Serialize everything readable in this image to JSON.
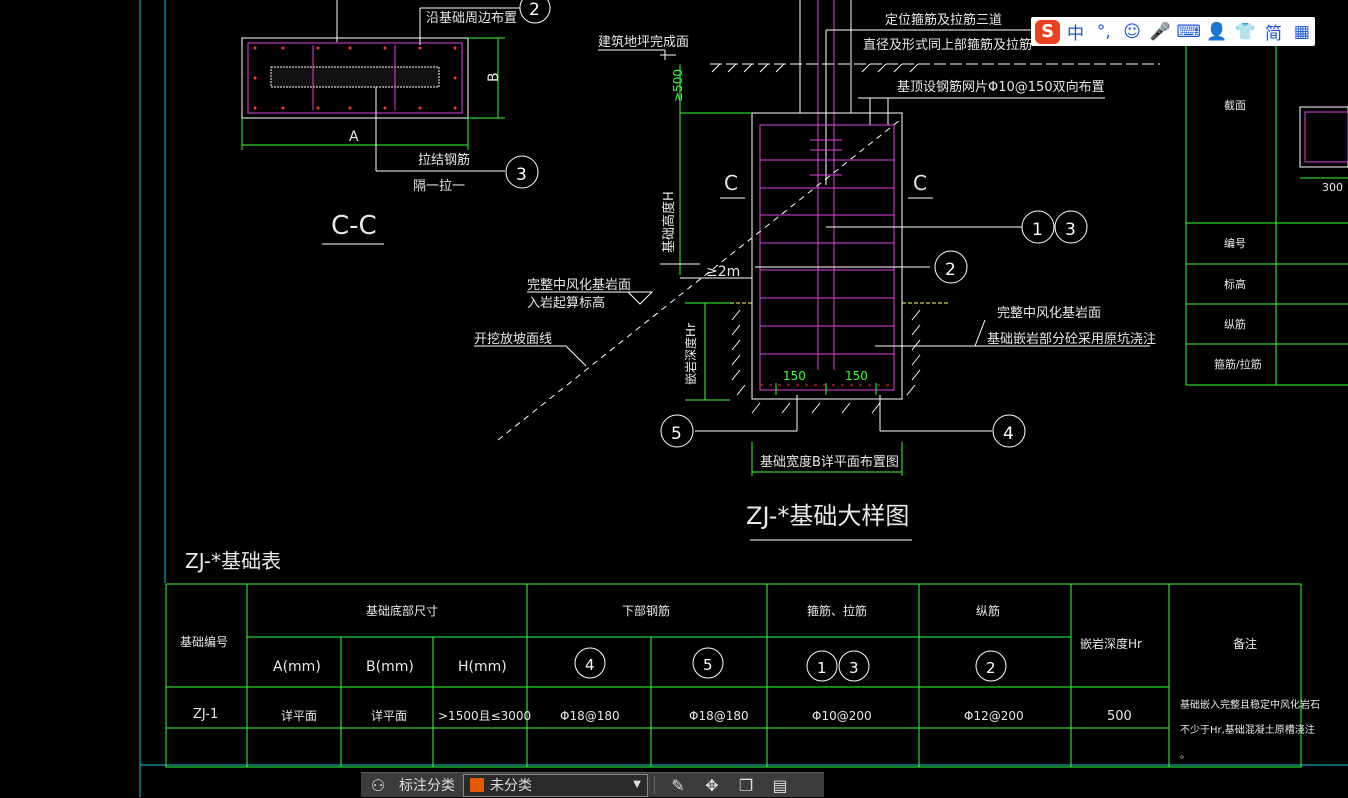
{
  "drawing": {
    "section_title": "C-C",
    "label_A": "A",
    "label_B": "B",
    "label_C_left": "C",
    "label_C_right": "C",
    "note_top_1": "沿基础周边布置",
    "note_tie_1": "拉结钢筋",
    "note_tie_2": "隔一拉一",
    "note_ground": "建筑地坪完成面",
    "note_loc_1": "定位箍筋及拉筋三道",
    "note_loc_2": "直径及形式同上部箍筋及拉筋",
    "note_mesh": "基顶设钢筋网片Φ10@150双向布置",
    "dim_500": "≥500",
    "dim_H": "基础高度H",
    "dim_2m": "≥2m",
    "note_rock_1": "完整中风化基岩面",
    "note_rock_2": "入岩起算标高",
    "note_slope": "开挖放坡面线",
    "note_rock_r1": "完整中风化基岩面",
    "note_rock_r2": "基础嵌岩部分砼采用原坑浇注",
    "dim_Hr": "嵌岩深度Hr",
    "dim_150a": "150",
    "dim_150b": "150",
    "note_bottom": "基础宽度B详平面布置图",
    "main_title": "ZJ-*基础大样图",
    "bubbles": {
      "b1": "1",
      "b2": "2",
      "b3": "3",
      "b4": "4",
      "b5": "5",
      "b2top": "2",
      "b3tie": "3",
      "b3r": "3",
      "b1r": "1"
    },
    "right_panel": {
      "r1": "截面",
      "r2": "编号",
      "r3": "标高",
      "r4": "纵筋",
      "r5": "箍筋/拉筋",
      "dim300": "300"
    }
  },
  "table": {
    "title": "ZJ-*基础表",
    "h_id": "基础编号",
    "h_size": "基础底部尺寸",
    "h_bottom": "下部钢筋",
    "h_stirrup": "箍筋、拉筋",
    "h_long": "纵筋",
    "h_depth": "嵌岩深度Hr",
    "h_note": "备注",
    "sub_A": "A(mm)",
    "sub_B": "B(mm)",
    "sub_H": "H(mm)",
    "sub_4": "4",
    "sub_5": "5",
    "sub_1": "1",
    "sub_3": "3",
    "sub_2": "2",
    "row1": {
      "id": "ZJ-1",
      "A": "详平面",
      "B": "详平面",
      "H": ">1500且≤3000",
      "r4": "Φ18@180",
      "r5": "Φ18@180",
      "r13": "Φ10@200",
      "r2": "Φ12@200",
      "Hr": "500",
      "note1": "基础嵌入完整且稳定中风化岩石",
      "note2": "不少于Hr,基础混凝土原槽浇注",
      "note3": "。"
    }
  },
  "ime": {
    "logo": "S",
    "items": [
      "中",
      "°,",
      "☺",
      "🎤",
      "⌨",
      "👤",
      "👕",
      "简",
      "▦"
    ]
  },
  "toolbar": {
    "label": "标注分类",
    "select_value": "未分类",
    "swatch_color": "#e35a00"
  }
}
